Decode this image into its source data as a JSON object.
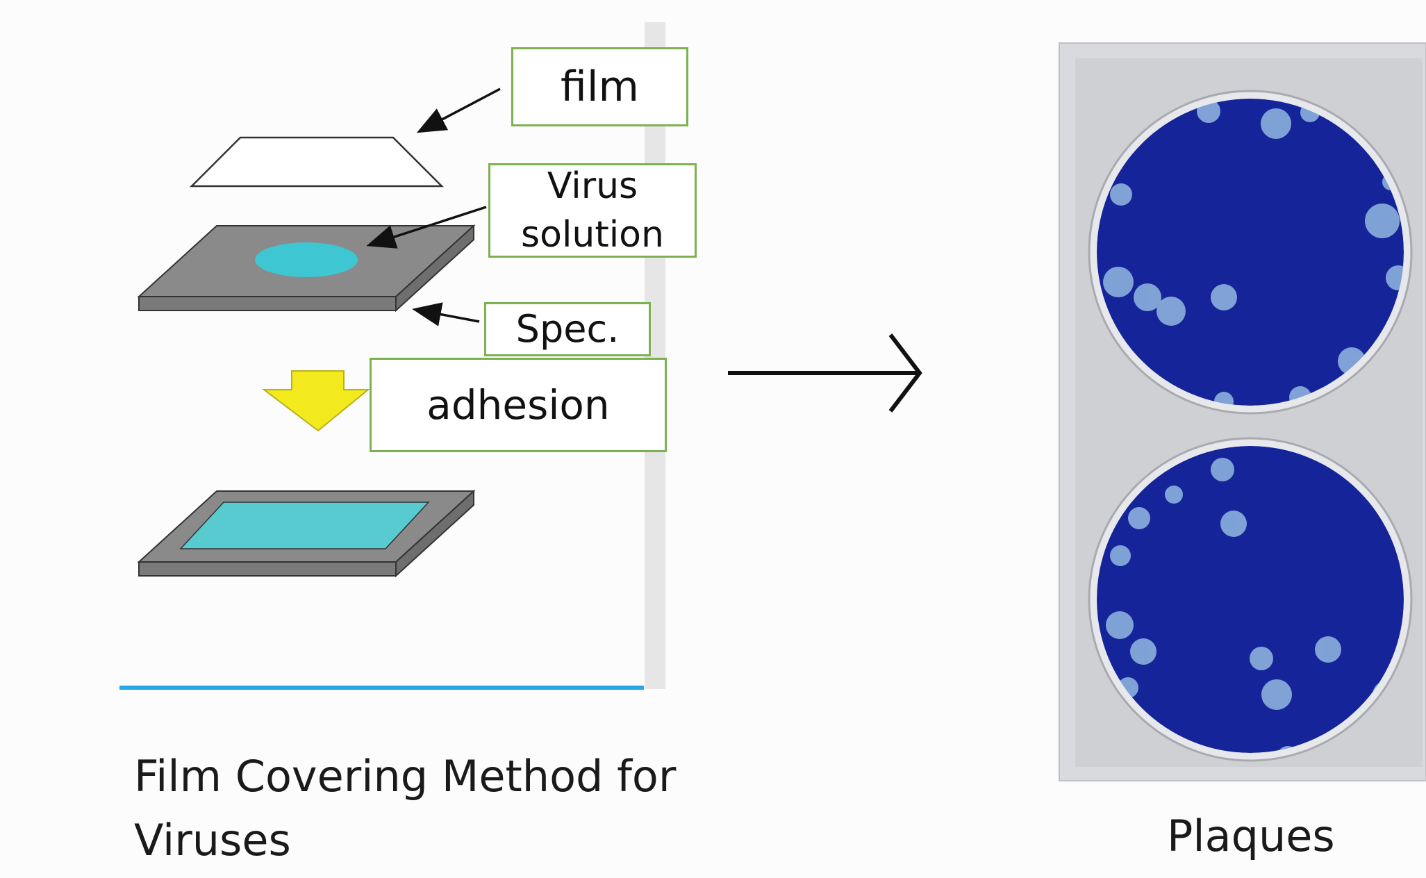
{
  "labels": {
    "film": "film",
    "virus_solution_line1": "Virus",
    "virus_solution_line2": "solution",
    "spec": "Spec.",
    "adhesion": "adhesion"
  },
  "captions": {
    "method_line1": "Film Covering Method for",
    "method_line2": "Viruses",
    "plaques": "Plaques"
  },
  "colors": {
    "label_border": "#7bb24f",
    "specimen_gray": "#8a8a8a",
    "virus_cyan": "#3ec6d3",
    "adhesion_arrow": "#f2ea1c",
    "baseline_blue": "#2aa6e6",
    "well_blue": "#16249a",
    "plaque_spot": "#8fb4de"
  },
  "icons": {
    "adhesion_arrow": "down-arrow-icon",
    "process_arrow": "right-arrow-icon"
  }
}
